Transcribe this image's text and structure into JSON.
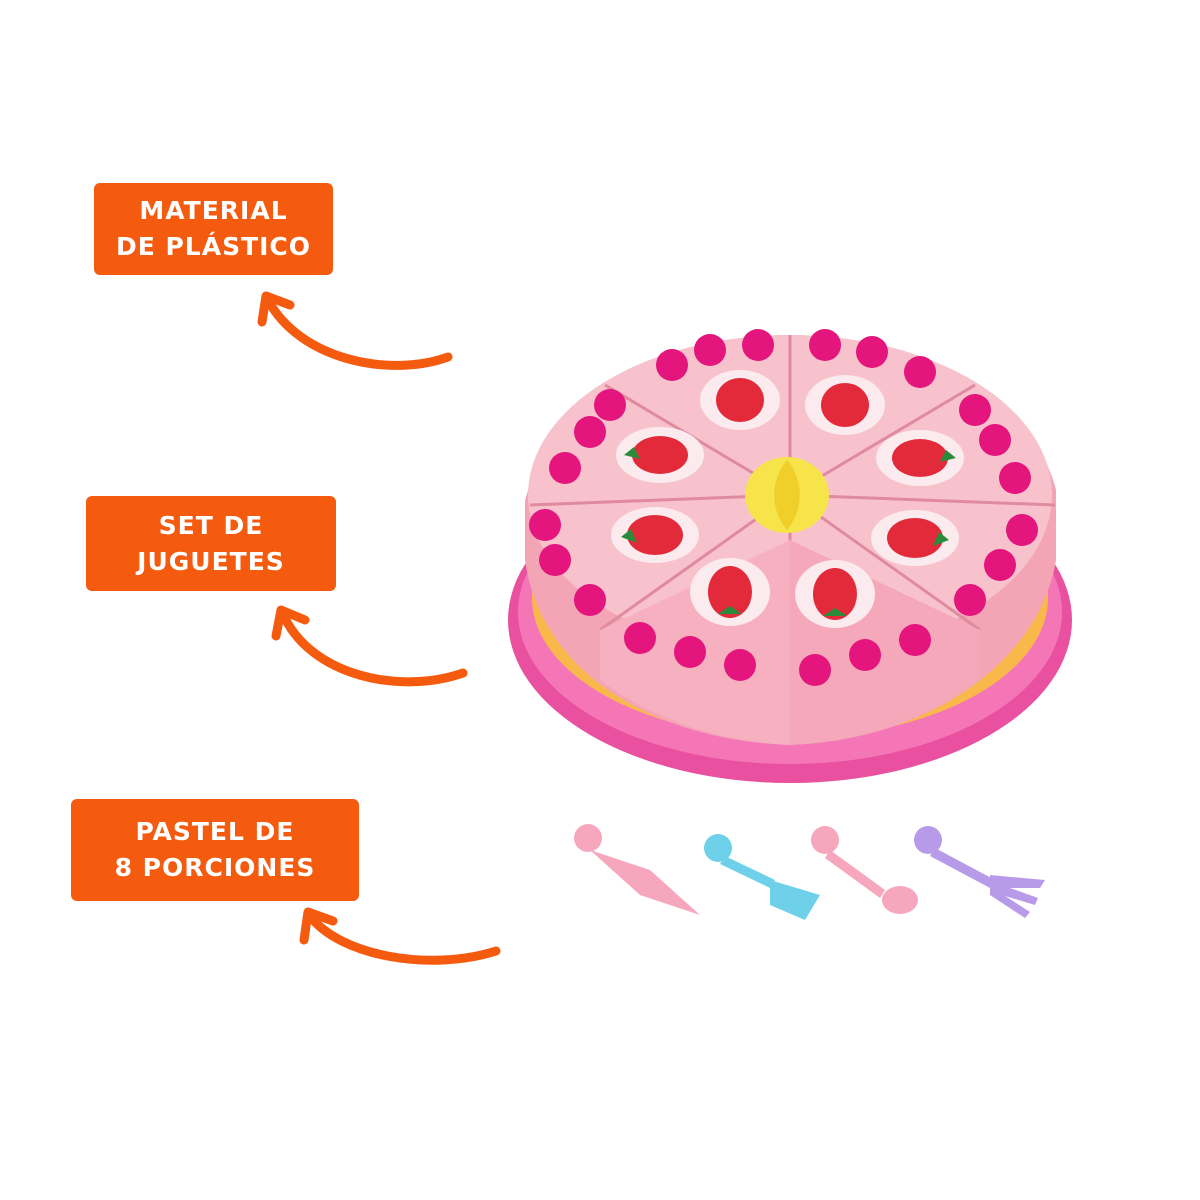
{
  "callouts": [
    {
      "line1": "MATERIAL",
      "line2": "DE PLÁSTICO"
    },
    {
      "line1": "SET DE",
      "line2": "JUGUETES"
    },
    {
      "line1": "PASTEL DE",
      "line2": "8 PORCIONES"
    }
  ],
  "product": {
    "portions": 8,
    "utensils": [
      "knife",
      "spatula",
      "spoon",
      "fork"
    ]
  },
  "colors": {
    "accent": "#f45b0f",
    "cake_pink": "#f7b3c0",
    "plate_magenta": "#ec5aa8",
    "strawberry": "#e32a3a"
  }
}
